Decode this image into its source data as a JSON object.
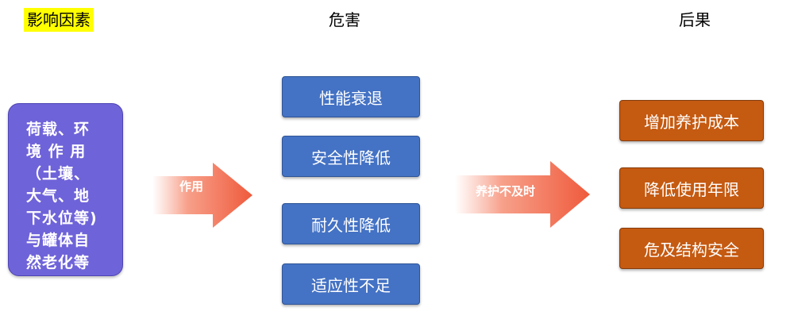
{
  "headers": {
    "factors": "影响因素",
    "hazards": "危害",
    "results": "后果"
  },
  "factors": {
    "lines": [
      "荷载、环",
      "境 作 用",
      "（土壤、",
      "大气、地",
      "下水位等)",
      "与罐体自",
      "然老化等"
    ]
  },
  "arrow1": {
    "label": "作用"
  },
  "hazards": [
    "性能衰退",
    "安全性降低",
    "耐久性降低",
    "适应性不足"
  ],
  "arrow2": {
    "label": "养护不及时"
  },
  "results": [
    "增加养护成本",
    "降低使用年限",
    "危及结构安全"
  ],
  "colors": {
    "factor_box": "#6f63d9",
    "hazard_box": "#4472c4",
    "result_box": "#c55a11",
    "header_highlight": "#ffff00"
  }
}
